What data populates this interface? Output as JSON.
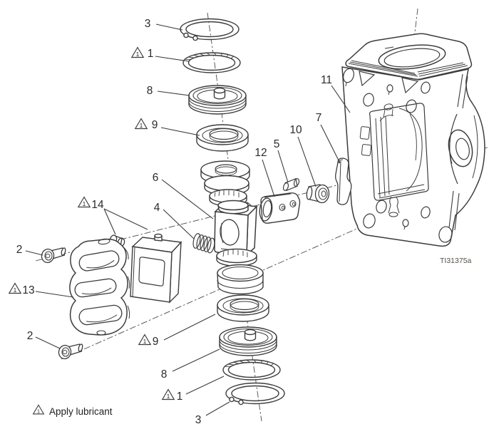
{
  "diagram": {
    "figure_id": "TI31375a",
    "legend_text": "Apply lubricant",
    "lubricant_symbol": "1",
    "line_color": "#3c3c3c",
    "background_color": "#ffffff"
  },
  "callouts": [
    {
      "id": "3-top",
      "label": "3",
      "lubricate": false
    },
    {
      "id": "1-top",
      "label": "1",
      "lubricate": true
    },
    {
      "id": "8-top",
      "label": "8",
      "lubricate": false
    },
    {
      "id": "9-top",
      "label": "9",
      "lubricate": true
    },
    {
      "id": "6",
      "label": "6",
      "lubricate": false
    },
    {
      "id": "4",
      "label": "4",
      "lubricate": false
    },
    {
      "id": "12",
      "label": "12",
      "lubricate": false
    },
    {
      "id": "5",
      "label": "5",
      "lubricate": false
    },
    {
      "id": "10",
      "label": "10",
      "lubricate": false
    },
    {
      "id": "7",
      "label": "7",
      "lubricate": false
    },
    {
      "id": "11",
      "label": "11",
      "lubricate": false
    },
    {
      "id": "14",
      "label": "14",
      "lubricate": true
    },
    {
      "id": "2-upper",
      "label": "2",
      "lubricate": false
    },
    {
      "id": "13",
      "label": "13",
      "lubricate": true
    },
    {
      "id": "2-lower",
      "label": "2",
      "lubricate": false
    },
    {
      "id": "9-bottom",
      "label": "9",
      "lubricate": true
    },
    {
      "id": "8-bottom",
      "label": "8",
      "lubricate": false
    },
    {
      "id": "1-bottom",
      "label": "1",
      "lubricate": true
    },
    {
      "id": "3-bottom",
      "label": "3",
      "lubricate": false
    }
  ]
}
